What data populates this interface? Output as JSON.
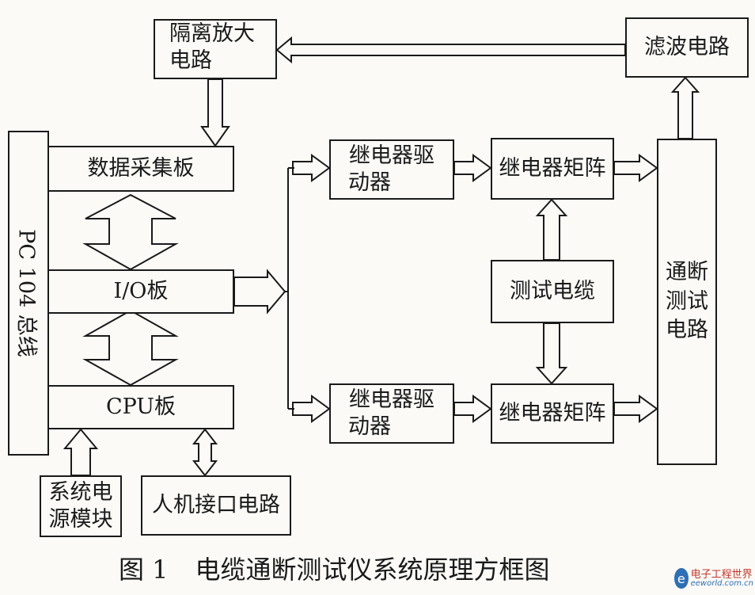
{
  "blocks": {
    "isolation_amp": [
      "隔离放大",
      "电路"
    ],
    "filter": "滤波电路",
    "pc104_bus": "PC 104 总线",
    "data_acq": "数据采集板",
    "io_board": "I/O板",
    "cpu_board": "CPU板",
    "power_module": [
      "系统电",
      "源模块"
    ],
    "hmi": "人机接口电路",
    "relay_driver_top": [
      "继电器驱",
      "动器"
    ],
    "relay_driver_bottom": [
      "继电器驱",
      "动器"
    ],
    "relay_matrix_top": "继电器矩阵",
    "relay_matrix_bottom": "继电器矩阵",
    "test_cable": "测试电缆",
    "continuity_circuit": [
      "通断",
      "测试",
      "电路"
    ]
  },
  "caption": {
    "number": "图 1",
    "title": "电缆通断测试仪系统原理方框图"
  },
  "watermark": {
    "cn": "电子工程世界",
    "en": "eeworld.com.cn"
  }
}
